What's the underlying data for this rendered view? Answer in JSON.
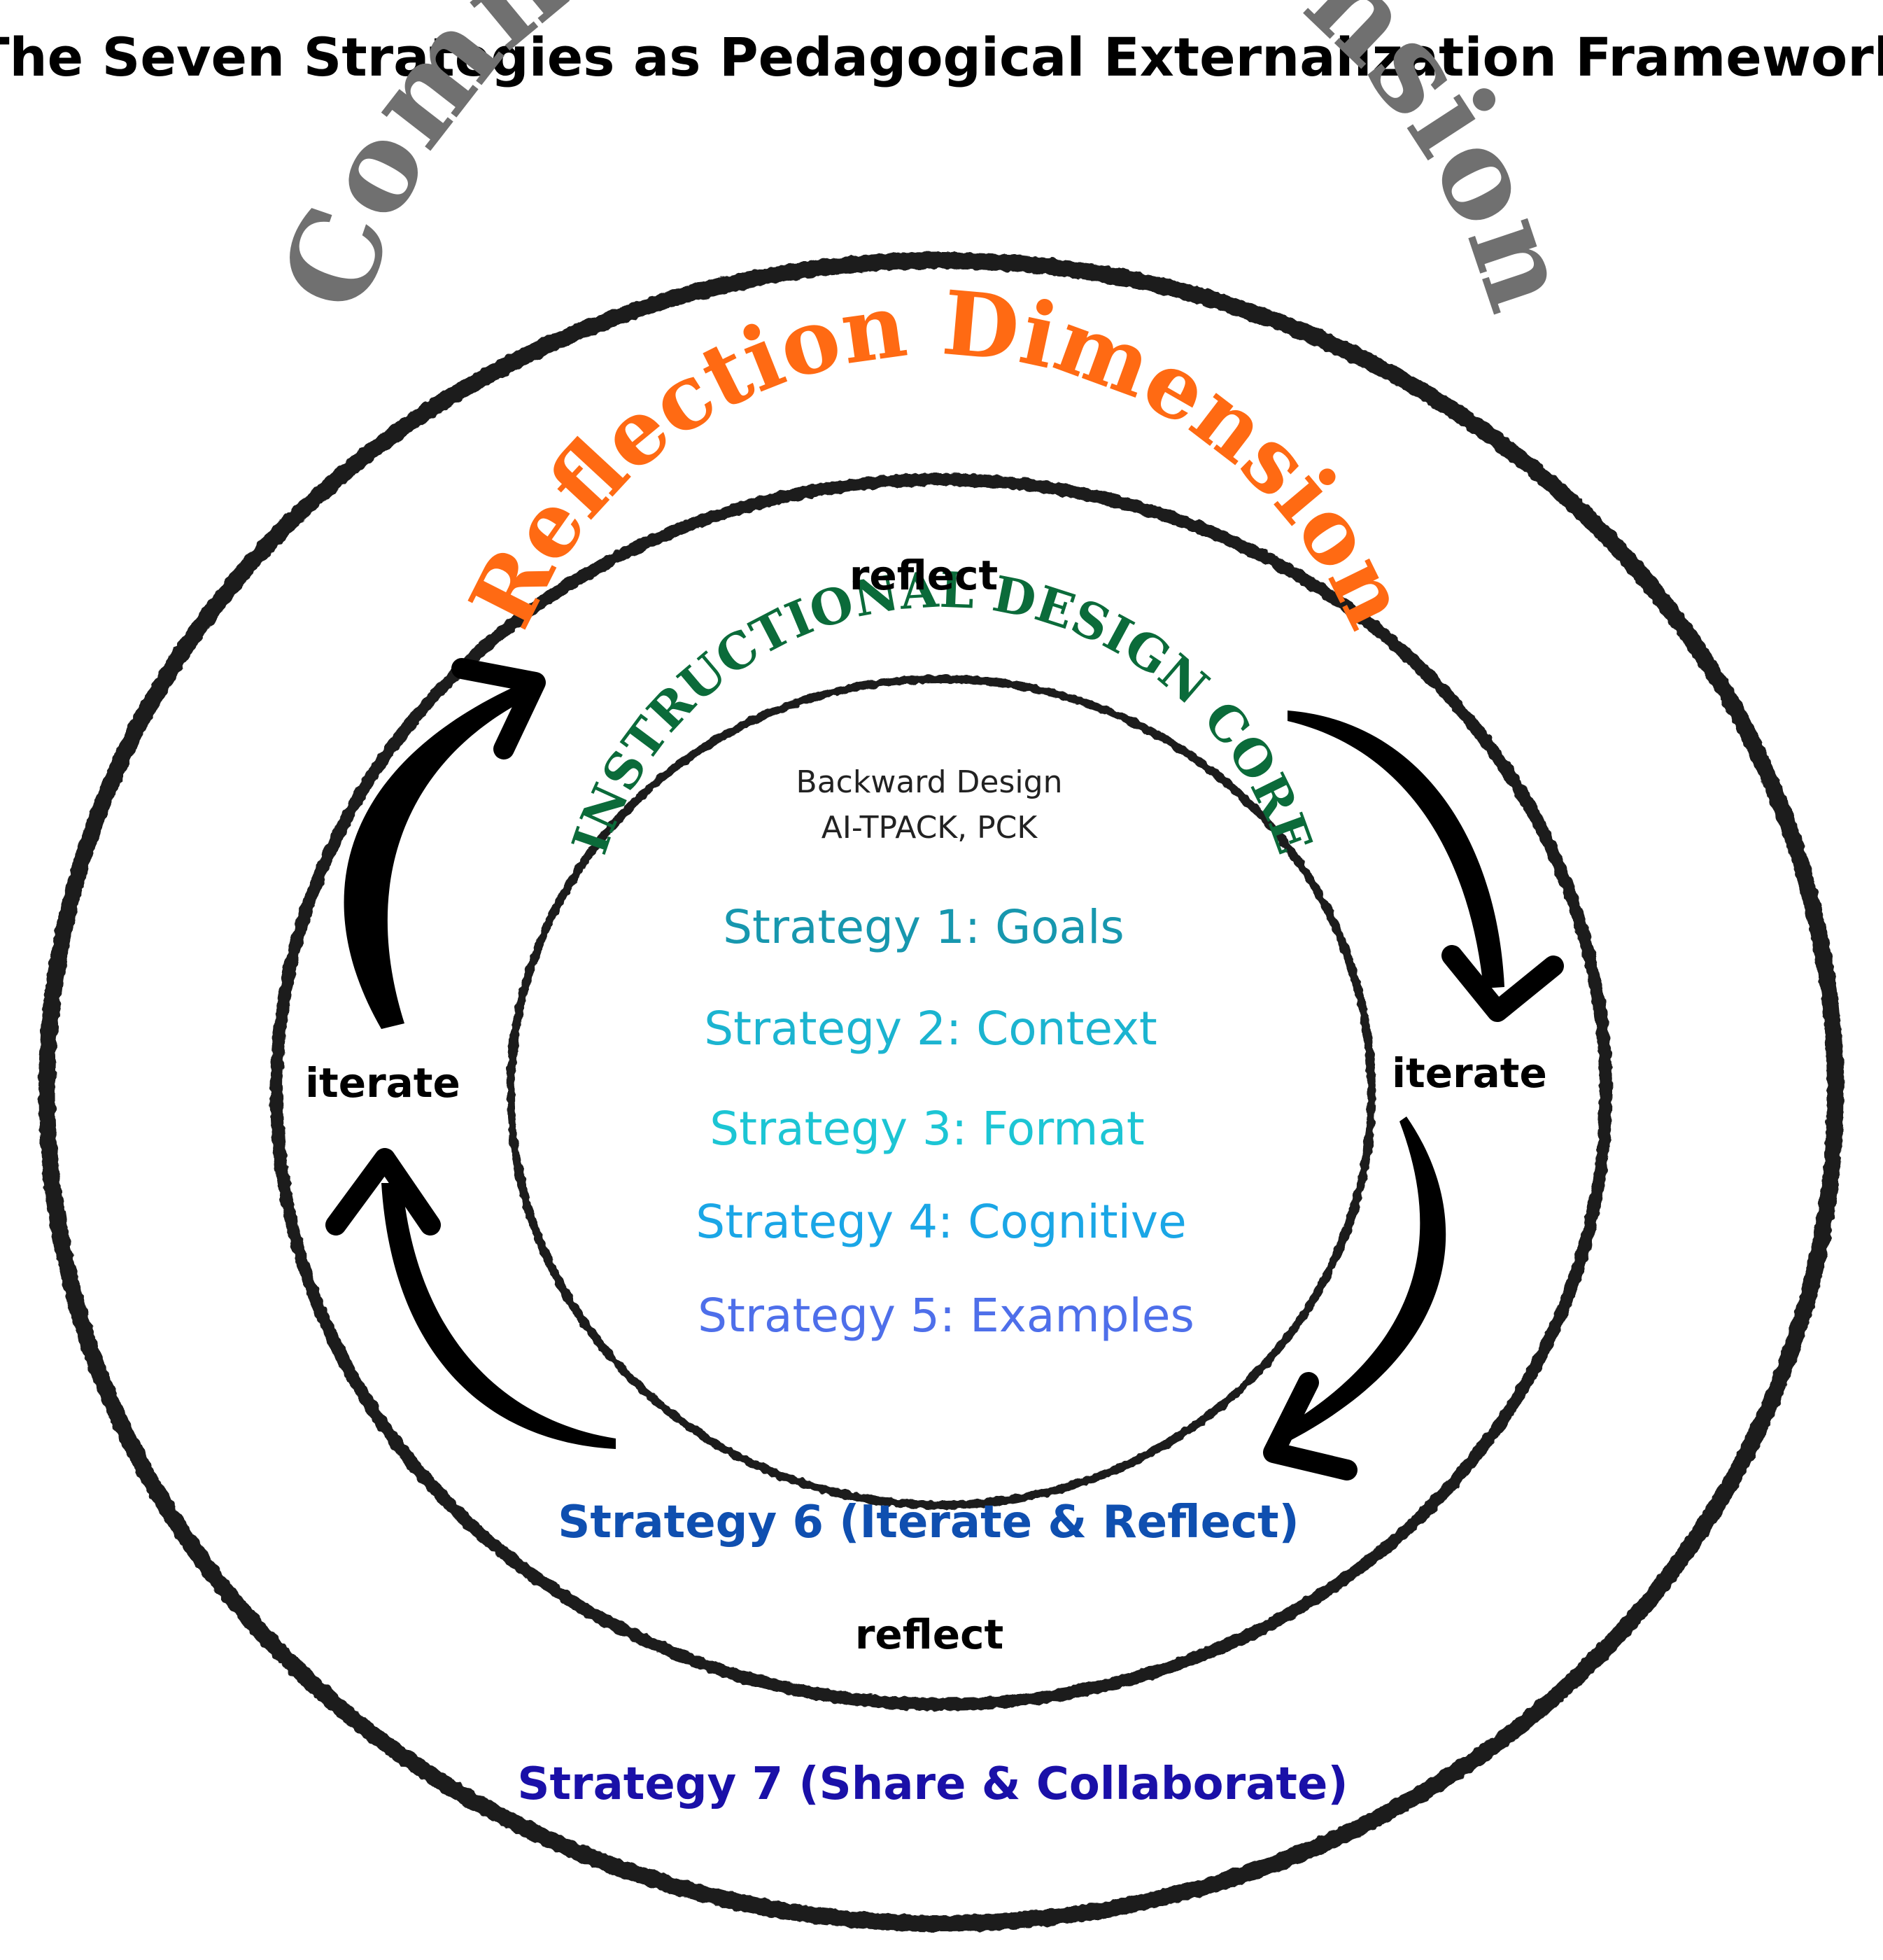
{
  "title": "The Seven Strategies as Pedagogical Externalization Framework",
  "dimensions": {
    "community": {
      "label": "Community Dimension",
      "color": "#707070"
    },
    "reflection": {
      "label": "Reflection Dimension",
      "color": "#FF6A13"
    },
    "core": {
      "label": "INSTRUCTIONAL DESIGN CORE",
      "color": "#0B6B3A"
    }
  },
  "core_frameworks": [
    "Backward Design",
    "AI-TPACK, PCK"
  ],
  "core_strategies": [
    {
      "label": "Strategy 1: Goals",
      "color": "#1797AE"
    },
    {
      "label": "Strategy 2: Context",
      "color": "#1BB4D0"
    },
    {
      "label": "Strategy 3: Format",
      "color": "#1CC5D4"
    },
    {
      "label": "Strategy 4: Cognitive",
      "color": "#1AA6E6"
    },
    {
      "label": "Strategy 5: Examples",
      "color": "#4E6FEA"
    }
  ],
  "strategy6": {
    "label": "Strategy 6 (Iterate & Reflect)",
    "color": "#0F4FB0"
  },
  "strategy7": {
    "label": "Strategy 7 (Share & Collaborate)",
    "color": "#1A10A8"
  },
  "cycle_labels": {
    "top": "reflect",
    "bottom": "reflect",
    "left": "iterate",
    "right": "iterate"
  }
}
